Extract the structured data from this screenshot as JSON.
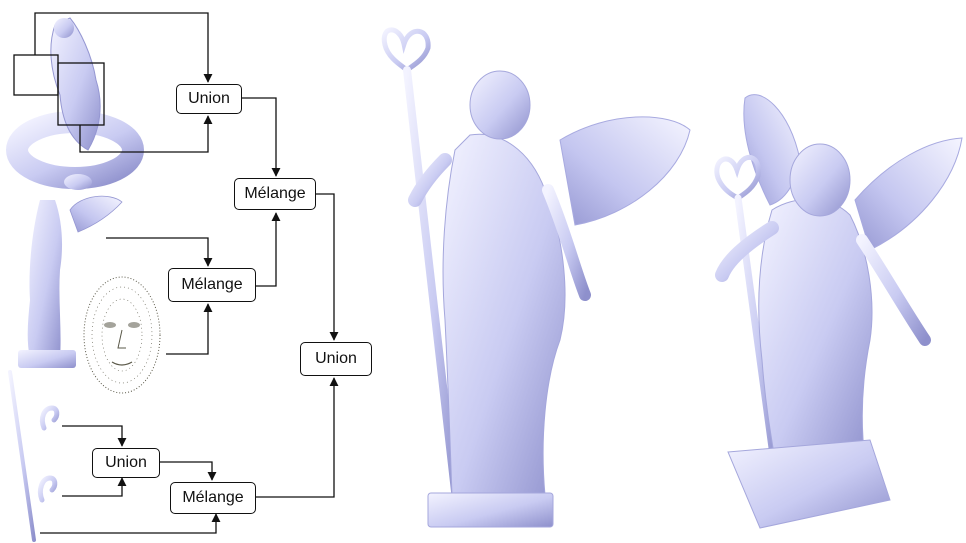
{
  "nodes": {
    "union_top": "Union",
    "melange_top": "Mélange",
    "melange_mid": "Mélange",
    "union_right": "Union",
    "union_bottom": "Union",
    "melange_bottom": "Mélange"
  },
  "colors": {
    "model_light": "#e8e8fb",
    "model_mid": "#b9bbee",
    "model_dark": "#8a8cc8",
    "stroke": "#111111",
    "pointcloud": "#5a5848"
  },
  "icons": {
    "left_inputs": [
      "sculpture-figure-icon",
      "winged-torso-icon",
      "point-cloud-head-icon",
      "staff-icon",
      "hook-icon"
    ],
    "results": [
      "winged-statue-front-icon",
      "winged-statue-angled-icon"
    ]
  }
}
